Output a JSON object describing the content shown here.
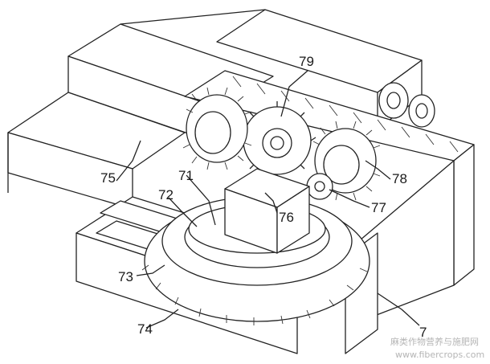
{
  "figure": {
    "labels": {
      "l7": "7",
      "l71": "71",
      "l72": "72",
      "l73": "73",
      "l74": "74",
      "l75": "75",
      "l76": "76",
      "l77": "77",
      "l78": "78",
      "l79": "79"
    },
    "watermark": {
      "cn": "麻类作物营养与施肥网",
      "url": "www.fibercrops.com"
    },
    "colors": {
      "line": "#222222",
      "background": "#ffffff",
      "watermark": "#b5b5b5"
    }
  }
}
